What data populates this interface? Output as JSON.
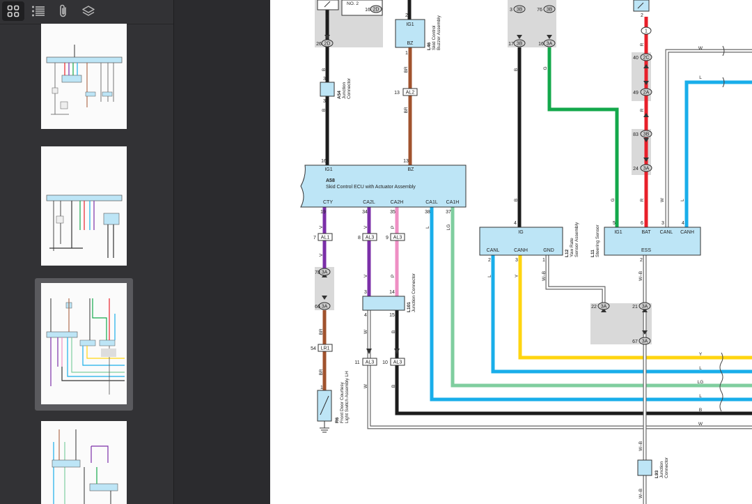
{
  "sidebar": {
    "toolbar": [
      {
        "name": "thumbnails-icon",
        "active": true
      },
      {
        "name": "outline-icon",
        "active": false
      },
      {
        "name": "attachments-icon",
        "active": false
      },
      {
        "name": "layers-icon",
        "active": false
      }
    ]
  },
  "diagram": {
    "components": {
      "no2": "NO. 2",
      "l46_code": "L46",
      "l46_name1": "Skid Control",
      "l46_name2": "Buzzer Assembly",
      "a54_code": "A54",
      "a54_name1": "Junction",
      "a54_name2": "Connector",
      "a58_code": "A58",
      "a58_name": "Skid Control ECU with Actuator Assembly",
      "l12_code": "L12",
      "l12_name1": "Yaw Rate",
      "l12_name2": "Sensor Assembly",
      "l11_code": "L11",
      "l11_name": "Steering Sensor",
      "l101_code": "L101",
      "l101_name": "Junction Connector",
      "r6_code": "R6",
      "r6_name1": "Front Door Courtesy",
      "r6_name2": "Light Switch Assembly LH",
      "l93_code": "L93",
      "l93_name1": "Junction",
      "l93_name2": "Connector"
    },
    "pins": {
      "ig1": "IG1",
      "bz": "BZ",
      "cty": "CTY",
      "ca2l": "CA2L",
      "ca2h": "CA2H",
      "ca1l": "CA1L",
      "ca1h": "CA1H",
      "ig": "IG",
      "canl": "CANL",
      "canh": "CANH",
      "gnd": "GND",
      "bat": "BAT",
      "ess": "ESS"
    },
    "connectors": {
      "c2d": "2D",
      "c2c": "2C",
      "al2": "AL2",
      "al1": "AL1",
      "al3": "AL3",
      "lr1": "LR1",
      "c3a": "3A",
      "c3b": "3B",
      "c2a": "2A",
      "c1": "1"
    },
    "pin_numbers": {
      "p1": "1",
      "p2": "2",
      "p3": "3",
      "p4": "4",
      "p5": "5",
      "p6": "6",
      "p7": "7",
      "p8": "8",
      "p9": "9",
      "p10": "10",
      "p11": "11",
      "p13": "13",
      "p14": "14",
      "p15": "15",
      "p16": "16",
      "p17": "17",
      "p19": "19",
      "p21": "21",
      "p22": "22",
      "p24": "24",
      "p26": "26",
      "p34": "34",
      "p35": "35",
      "p37": "37",
      "p38": "38",
      "p40": "40",
      "p49": "49",
      "p54": "54",
      "p66": "66",
      "p67": "67",
      "p76": "76",
      "p78": "78",
      "p83": "83"
    },
    "wire_codes": {
      "B": "B",
      "BR": "BR",
      "V": "V",
      "P": "P",
      "L": "L",
      "LG": "LG",
      "G": "G",
      "R": "R",
      "W": "W",
      "Y": "Y",
      "WB": "W–B"
    },
    "colors": {
      "black": "#1c1c1c",
      "brown": "#a0522d",
      "purple": "#7b2fa8",
      "pink": "#ee8fc4",
      "blue": "#19aeea",
      "lightgreen": "#7fce9f",
      "green": "#13a84b",
      "red": "#e8202a",
      "yellow": "#ffd510",
      "component": "#bde5f6",
      "splice": "#d9d9d9"
    }
  }
}
